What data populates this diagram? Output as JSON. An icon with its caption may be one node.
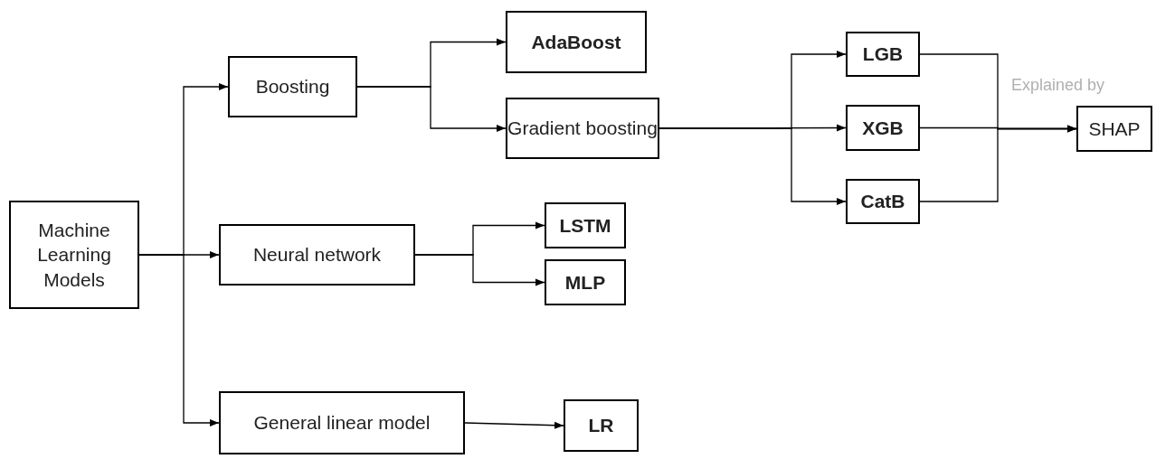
{
  "diagram": {
    "nodes": [
      {
        "text": [
          "Machine Learning Models"
        ]
      },
      {
        "text": [
          "Boosting"
        ]
      },
      {
        "text": [
          "AdaBoost"
        ]
      },
      {
        "text": [
          "Gradient boosting"
        ]
      },
      {
        "text": [
          "LGB"
        ]
      },
      {
        "text": [
          "XGB"
        ]
      },
      {
        "text": [
          "CatB"
        ]
      },
      {
        "text": [
          "SHAP"
        ]
      },
      {
        "text": [
          "Neural network"
        ]
      },
      {
        "text": [
          "LSTM"
        ]
      },
      {
        "text": [
          "MLP"
        ]
      },
      {
        "text": [
          "General linear model"
        ]
      },
      {
        "text": [
          "LR"
        ]
      }
    ],
    "edges": [
      {
        "from": 0,
        "to": 1,
        "arrow": "to"
      },
      {
        "from": 0,
        "to": 8,
        "arrow": "to"
      },
      {
        "from": 0,
        "to": 11,
        "arrow": "to"
      },
      {
        "from": 1,
        "to": 2,
        "arrow": "to"
      },
      {
        "from": 1,
        "to": 3,
        "arrow": "to"
      },
      {
        "from": 3,
        "to": 4,
        "arrow": "to"
      },
      {
        "from": 3,
        "to": 5,
        "arrow": "to"
      },
      {
        "from": 3,
        "to": 6,
        "arrow": "to"
      },
      {
        "from": 4,
        "to": 7,
        "arrow": "to"
      },
      {
        "from": 5,
        "to": 7,
        "arrow": "to",
        "label": "Explained by"
      },
      {
        "from": 6,
        "to": 7,
        "arrow": "to"
      },
      {
        "from": 8,
        "to": 9,
        "arrow": "to"
      },
      {
        "from": 8,
        "to": 10,
        "arrow": "to"
      },
      {
        "from": 11,
        "to": 12,
        "arrow": "to"
      }
    ]
  }
}
